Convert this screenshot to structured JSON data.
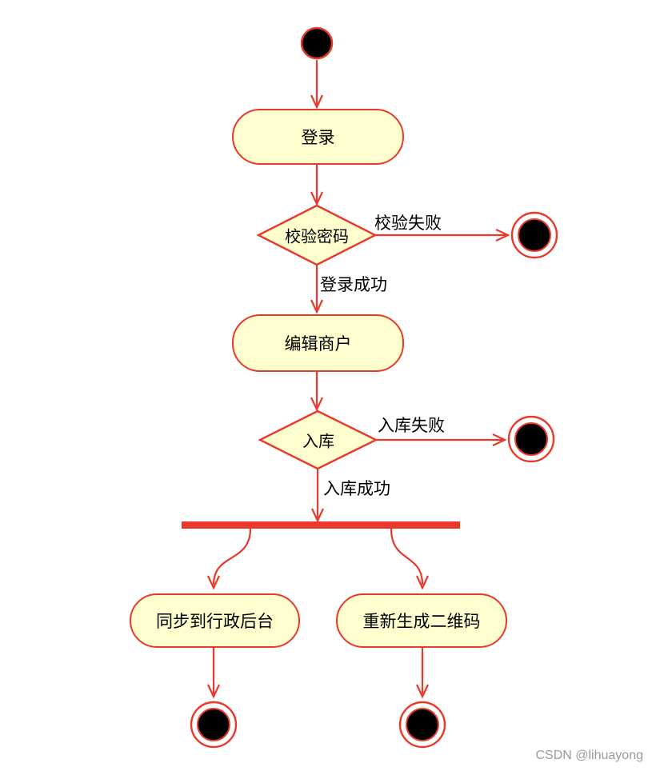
{
  "diagram": {
    "type": "uml-activity-diagram",
    "colors": {
      "stroke": "#E8392B",
      "node_fill": "#FEFECE",
      "node_text": "#000000",
      "start_end_fill": "#000000",
      "background": "#FFFFFF",
      "watermark_text": "#9B9B9B"
    },
    "nodes": {
      "start": {
        "type": "initial-node"
      },
      "login": {
        "type": "activity",
        "label": "登录"
      },
      "verify_password": {
        "type": "decision",
        "label": "校验密码"
      },
      "edit_merchant": {
        "type": "activity",
        "label": "编辑商户"
      },
      "warehouse": {
        "type": "decision",
        "label": "入库"
      },
      "fork": {
        "type": "fork-bar"
      },
      "sync_admin": {
        "type": "activity",
        "label": "同步到行政后台"
      },
      "regen_qrcode": {
        "type": "activity",
        "label": "重新生成二维码"
      },
      "end_verify_fail": {
        "type": "final-node"
      },
      "end_warehouse_fail": {
        "type": "final-node"
      },
      "end_sync": {
        "type": "final-node"
      },
      "end_regen": {
        "type": "final-node"
      }
    },
    "edge_labels": {
      "verify_fail": "校验失败",
      "login_success": "登录成功",
      "warehouse_fail": "入库失败",
      "warehouse_success": "入库成功"
    },
    "watermark": "CSDN @lihuayong"
  }
}
